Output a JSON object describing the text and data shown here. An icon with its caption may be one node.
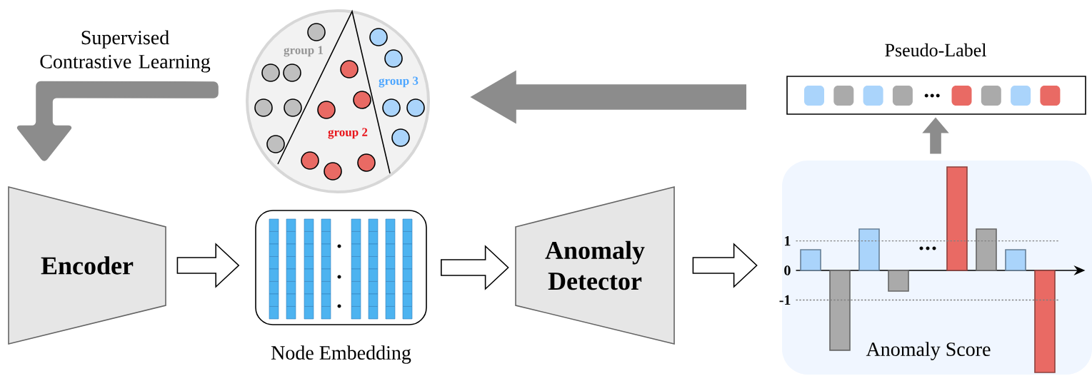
{
  "diagram": {
    "nodes": [
      {
        "text": [
          "Encoder"
        ]
      },
      {
        "text": [
          "Node Embedding"
        ]
      },
      {
        "text": [
          "Anomaly Detector"
        ]
      },
      {
        "text": [
          "Anomaly Score"
        ]
      },
      {
        "text": [
          "Pseudo-Label"
        ]
      },
      {
        "text": [
          "group 1",
          "group 2",
          "group 3"
        ]
      }
    ],
    "edges": [
      {
        "from": null,
        "to": 0,
        "arrow": "to",
        "label": "Supervised Contrastive Learning",
        "color": "#8c8c8c"
      },
      {
        "from": 0,
        "to": 1,
        "arrow": "to"
      },
      {
        "from": 1,
        "to": 2,
        "arrow": "to"
      },
      {
        "from": 2,
        "to": 3,
        "arrow": "to"
      },
      {
        "from": 3,
        "to": 4,
        "arrow": "to",
        "color": "#8c8c8c"
      },
      {
        "from": 4,
        "to": 5,
        "arrow": "to",
        "color": "#8c8c8c"
      }
    ],
    "chart_data": {
      "type": "bar",
      "grid": true,
      "ylim": [
        -3.45,
        3.5
      ],
      "yticks": [
        {
          "value": -1,
          "label": "-1"
        },
        {
          "value": 0,
          "label": "0"
        },
        {
          "value": 1,
          "label": "1"
        }
      ],
      "series": [
        {
          "color": "#aad4fb",
          "values": [
            0.7,
            null,
            1.4,
            null,
            null,
            null,
            null,
            0.7,
            null
          ]
        },
        {
          "color": "#aaaaaa",
          "values": [
            null,
            -2.7,
            null,
            -0.7,
            null,
            null,
            1.4,
            null,
            null
          ]
        },
        {
          "color": "#e96a64",
          "values": [
            null,
            null,
            null,
            null,
            null,
            3.5,
            null,
            null,
            -3.45
          ]
        }
      ]
    }
  }
}
